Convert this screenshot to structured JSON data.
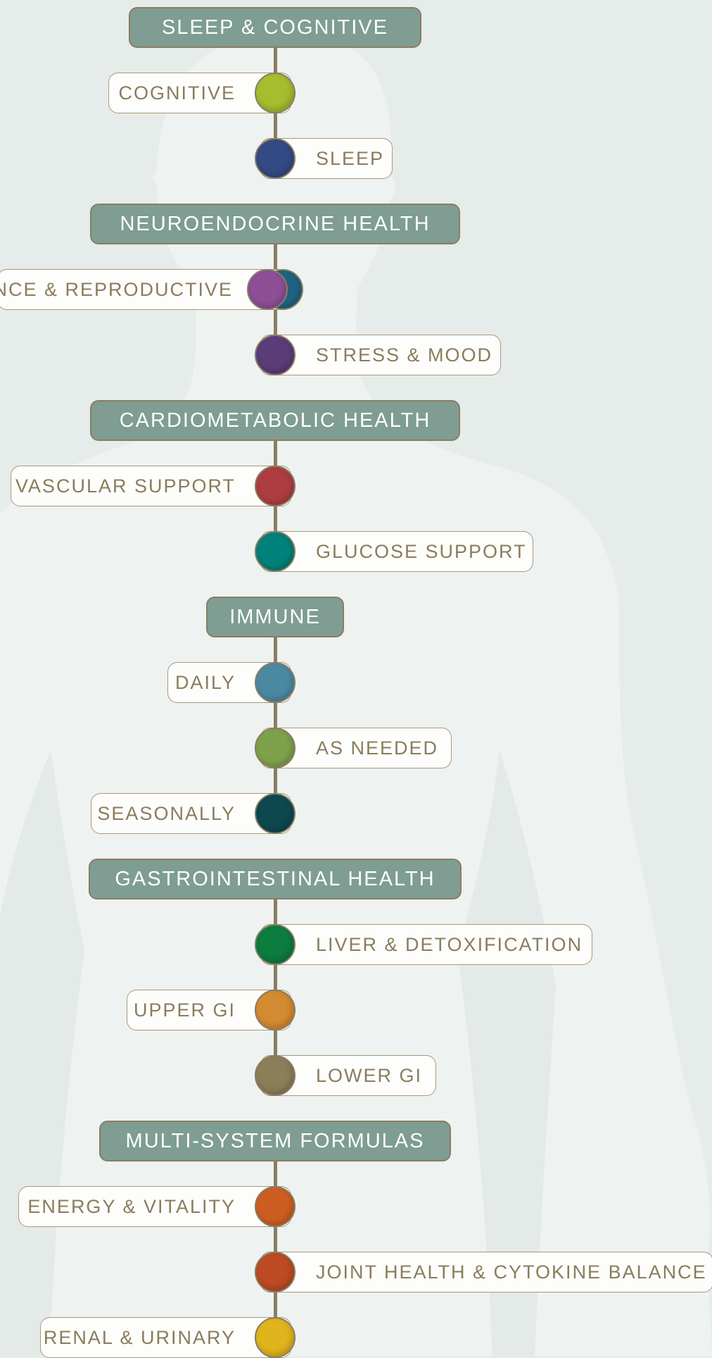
{
  "colors": {
    "background": "#e6ecea",
    "header_fill": "#7f9d92",
    "connector": "#8a7e62",
    "label_text": "#8a7c5c"
  },
  "groups": [
    {
      "title": "SLEEP & COGNITIVE",
      "items": [
        {
          "label": "COGNITIVE",
          "side": "left",
          "color": "#a5bd2f",
          "icon": "cognitive-dot-icon"
        },
        {
          "label": "SLEEP",
          "side": "right",
          "color": "#344a84",
          "icon": "sleep-dot-icon"
        }
      ]
    },
    {
      "title": "NEUROENDOCRINE HEALTH",
      "items": [
        {
          "label": "NCE & REPRODUCTIVE",
          "side": "left",
          "color": "#8e4f96",
          "color2": "#1f6380",
          "icon": "reproductive-dot-icon"
        },
        {
          "label": "STRESS & MOOD",
          "side": "right",
          "color": "#5b3c78",
          "icon": "stress-mood-dot-icon"
        }
      ]
    },
    {
      "title": "CARDIOMETABOLIC HEALTH",
      "items": [
        {
          "label": "VASCULAR SUPPORT",
          "side": "left",
          "color": "#ad3d42",
          "icon": "vascular-dot-icon"
        },
        {
          "label": "GLUCOSE SUPPORT",
          "side": "right",
          "color": "#00817a",
          "icon": "glucose-dot-icon"
        }
      ]
    },
    {
      "title": "IMMUNE",
      "items": [
        {
          "label": "DAILY",
          "side": "left",
          "color": "#4b89a3",
          "icon": "daily-dot-icon"
        },
        {
          "label": "AS NEEDED",
          "side": "right",
          "color": "#7ea24a",
          "icon": "as-needed-dot-icon"
        },
        {
          "label": "SEASONALLY",
          "side": "left",
          "color": "#0d4851",
          "icon": "seasonally-dot-icon"
        }
      ]
    },
    {
      "title": "GASTROINTESTINAL HEALTH",
      "items": [
        {
          "label": "LIVER & DETOXIFICATION",
          "side": "right",
          "color": "#0c7c3f",
          "icon": "liver-dot-icon"
        },
        {
          "label": "UPPER GI",
          "side": "left",
          "color": "#d48a30",
          "icon": "upper-gi-dot-icon"
        },
        {
          "label": "LOWER GI",
          "side": "right",
          "color": "#8b7e59",
          "icon": "lower-gi-dot-icon"
        }
      ]
    },
    {
      "title": "MULTI-SYSTEM FORMULAS",
      "items": [
        {
          "label": "ENERGY & VITALITY",
          "side": "left",
          "color": "#cc5e22",
          "icon": "energy-dot-icon"
        },
        {
          "label": "JOINT HEALTH & CYTOKINE BALANCE",
          "side": "right",
          "color": "#bc4a22",
          "icon": "joint-dot-icon"
        },
        {
          "label": "RENAL & URINARY",
          "side": "left",
          "color": "#e0b41c",
          "icon": "renal-dot-icon"
        }
      ]
    }
  ]
}
